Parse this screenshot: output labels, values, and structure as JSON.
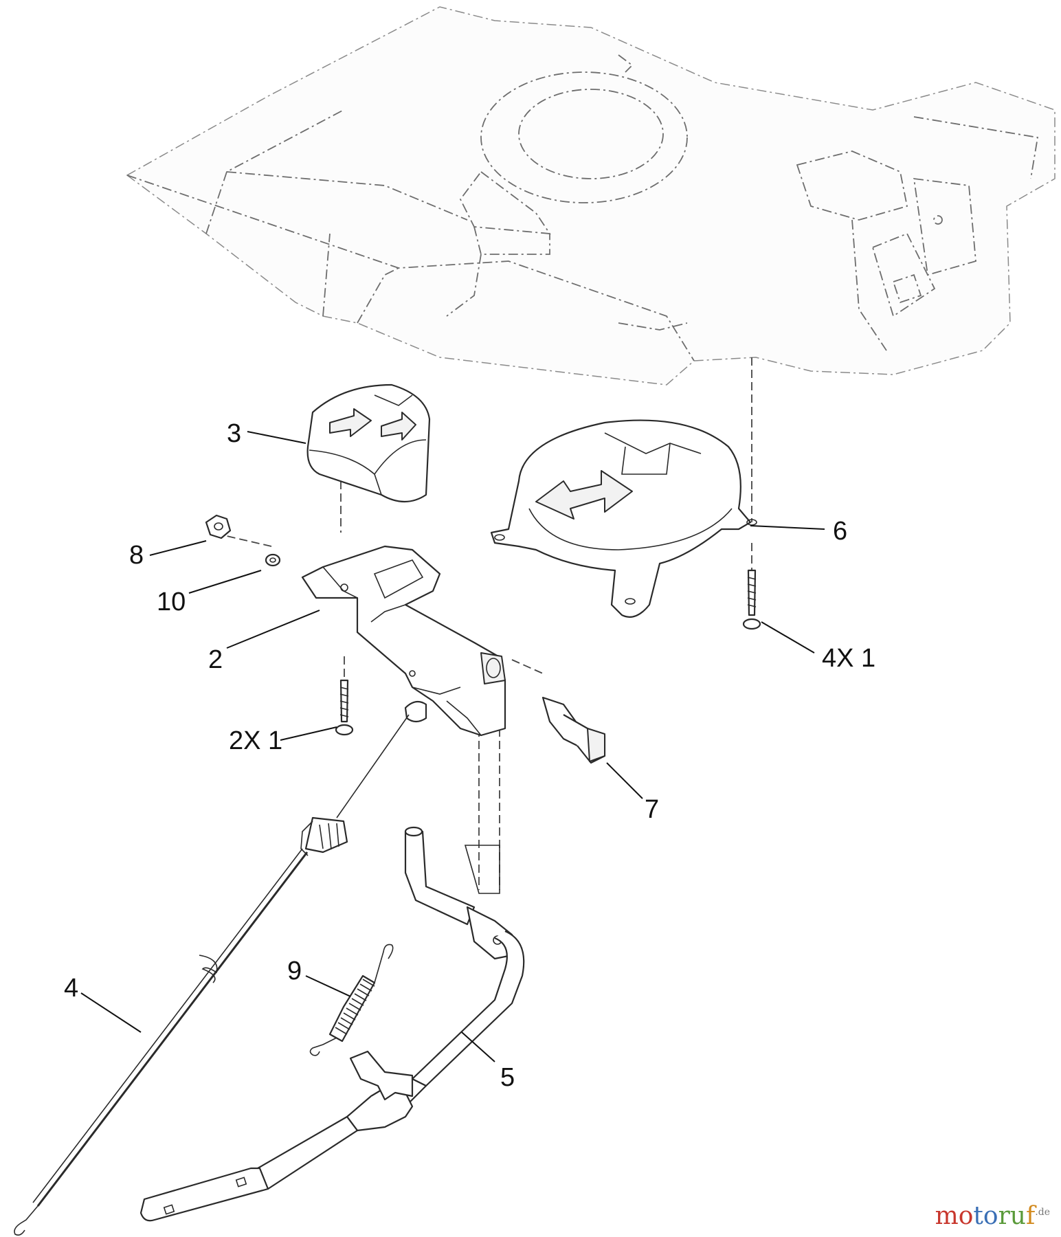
{
  "callouts": {
    "c3": "3",
    "c8": "8",
    "c10": "10",
    "c2": "2",
    "c2x1": "2X 1",
    "c6": "6",
    "c4x1": "4X 1",
    "c7": "7",
    "c9": "9",
    "c4": "4",
    "c5": "5"
  },
  "watermark": {
    "part1": "mo",
    "part2": "to",
    "part3": "ru",
    "part4": "f",
    "suffix": ".de"
  }
}
